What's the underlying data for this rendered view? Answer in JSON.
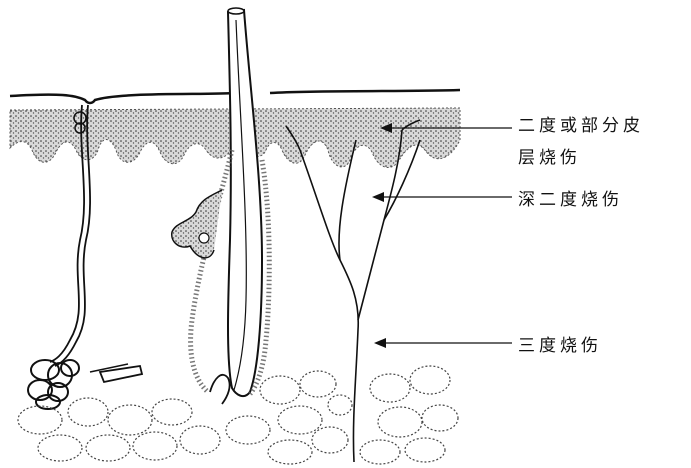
{
  "labels": {
    "superficial_line1": "二度或部分皮",
    "superficial_line2": "层烧伤",
    "deep_second_degree": "深二度烧伤",
    "third_degree": "三度烧伤"
  },
  "colors": {
    "ink": "#111111",
    "stipple": "#555555",
    "background": "#ffffff"
  }
}
